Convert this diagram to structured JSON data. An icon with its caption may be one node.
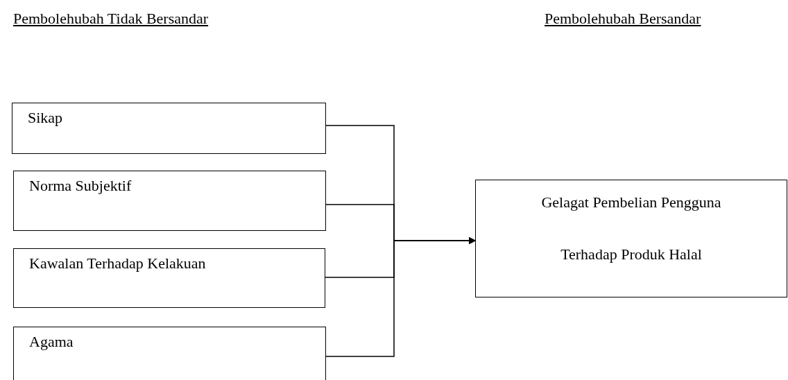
{
  "diagram": {
    "nodes": [
      {
        "text": [
          "Sikap"
        ]
      },
      {
        "text": [
          "Norma Subjektif"
        ]
      },
      {
        "text": [
          "Kawalan Terhadap Kelakuan"
        ]
      },
      {
        "text": [
          "Agama"
        ]
      },
      {
        "text": [
          "Gelagat Pembelian Pengguna Terhadap Produk Halal"
        ]
      }
    ],
    "edges": [
      {
        "from": 0,
        "to": 4,
        "arrow": "to"
      },
      {
        "from": 1,
        "to": 4,
        "arrow": "to"
      },
      {
        "from": 2,
        "to": 4,
        "arrow": "to"
      },
      {
        "from": 3,
        "to": 4,
        "arrow": "to"
      }
    ],
    "labels": [
      "Pembolehubah Tidak Bersandar",
      "Pembolehubah Bersandar"
    ]
  }
}
